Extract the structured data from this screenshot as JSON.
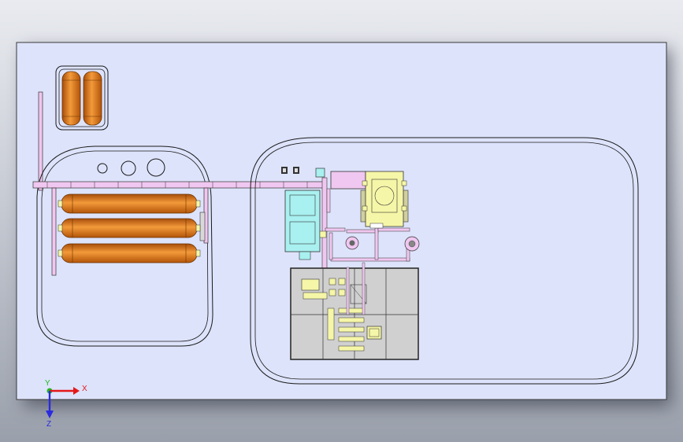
{
  "viewport": {
    "background": "#c9ccd3",
    "sheet_color": "#dde3fb"
  },
  "triad": {
    "x_label": "X",
    "y_label": "Y",
    "z_label": "Z",
    "x_color": "#e4181a",
    "y_color": "#1fb81f",
    "z_color": "#2a2ae0"
  },
  "colors": {
    "tank_orange": "#e07c1f",
    "pipe_pink": "#f0c7f0",
    "cyan_box": "#a9f0f0",
    "yellow_unit": "#f6f6a8",
    "control_panel": "#d0d0d0",
    "outline": "#1a1a1a"
  },
  "components": {
    "tank_rack_vertical": "tank-rack-vertical",
    "tank_rack_horizontal": "tank-rack-horizontal",
    "cyan_unit": "cyan-unit",
    "yellow_compressor": "yellow-compressor",
    "control_cabinet": "control-cabinet"
  }
}
